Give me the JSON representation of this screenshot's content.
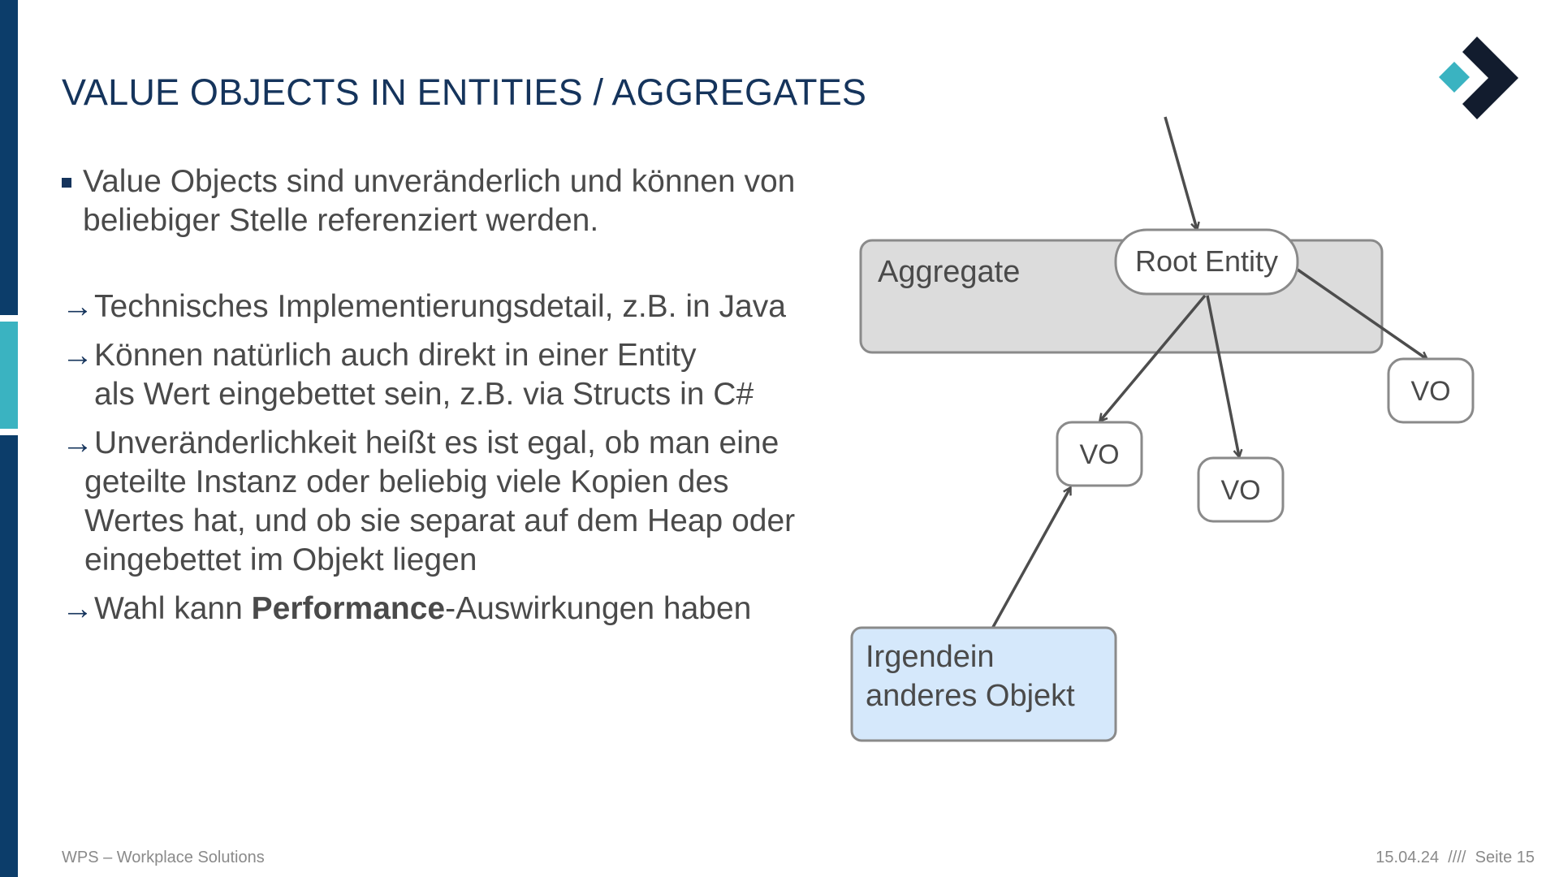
{
  "colors": {
    "sidebar": "#0c3d6a",
    "sidebar_accent": "#3ab3c1",
    "title": "#15345c",
    "text": "#4a4a4a",
    "logo_dark": "#121c2e",
    "logo_accent": "#3ab3c1",
    "aggregate_fill": "#dcdcdc",
    "aggregate_stroke": "#8a8a8a",
    "node_fill": "#ffffff",
    "node_stroke": "#8a8a8a",
    "other_fill": "#d5e8fb",
    "arrow": "#4d4d4d",
    "footer": "#8a8a8a"
  },
  "slide": {
    "title": "VALUE OBJECTS IN ENTITIES / AGGREGATES",
    "bullet": {
      "line1": "Value Objects sind unveränderlich und können von",
      "line2": "beliebiger Stelle referenziert werden."
    },
    "arrow_symbol": "→",
    "arrows": {
      "a1": "Technisches Implementierungsdetail, z.B. in Java",
      "a2_line1": "Können natürlich auch direkt in einer Entity",
      "a2_line2": "als Wert eingebettet sein, z.B. via Structs in C#",
      "a3_line1": "Unveränderlichkeit heißt es ist egal, ob man eine",
      "a3_line2": "geteilte Instanz oder beliebig viele Kopien des",
      "a3_line3": "Wertes hat, und ob sie separat auf dem Heap oder",
      "a3_line4": "eingebettet im Objekt liegen",
      "a4_prefix": "Wahl kann ",
      "a4_bold": "Performance",
      "a4_suffix": "-Auswirkungen haben"
    }
  },
  "diagram": {
    "aggregate_label": "Aggregate",
    "root_entity_label": "Root Entity",
    "vo_left_label": "VO",
    "vo_middle_label": "VO",
    "vo_right_label": "VO",
    "other_object_line1": "Irgendein",
    "other_object_line2": "anderes Objekt"
  },
  "footer": {
    "left": "WPS – Workplace Solutions",
    "date": "15.04.24",
    "separator": "////",
    "page": "Seite 15"
  }
}
